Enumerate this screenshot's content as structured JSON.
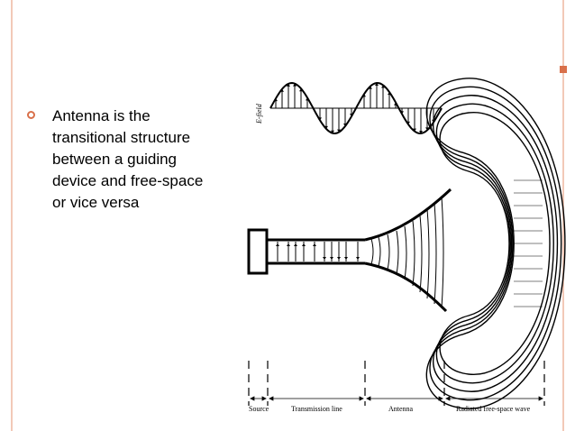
{
  "slide": {
    "bullet_text": "Antenna is the\ntransitional structure\nbetween a guiding\ndevice and free-space\nor vice versa"
  },
  "figure": {
    "efield_label": "E-field",
    "labels": {
      "source": "Source",
      "transmission_line": "Transmission line",
      "antenna": "Antenna",
      "radiated": "Radiated free-space wave"
    }
  },
  "colors": {
    "accent": "#d9704a",
    "frame": "#f2c9b8"
  }
}
